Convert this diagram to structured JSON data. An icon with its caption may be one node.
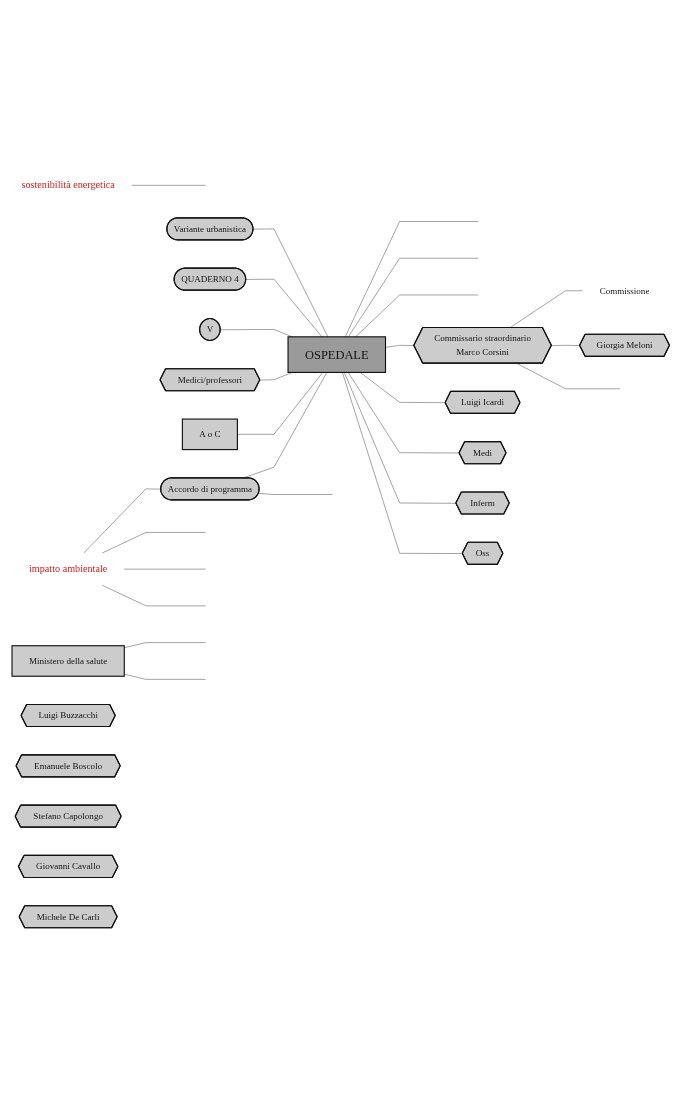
{
  "diagram": {
    "nodes": [
      {
        "text": [
          "sostenibilità energetica"
        ]
      },
      {
        "text": [
          "Accordo di programma"
        ]
      },
      {
        "text": [
          "impatto ambientale"
        ]
      },
      {
        "text": [
          "Ministero della salute"
        ]
      },
      {
        "text": [
          "Variante urbanistica"
        ]
      },
      {
        "text": [
          "QUADERNO 4"
        ]
      },
      {
        "text": [
          "V"
        ]
      },
      {
        "text": [
          "Medici/professori"
        ]
      },
      {
        "text": [
          "A o C"
        ]
      },
      {
        "text": [
          "OSPEDALE"
        ]
      },
      {
        "text": [
          "Commissario straordinario",
          "Marco Corsini"
        ]
      },
      {
        "text": [
          "Luigi Icardi"
        ]
      },
      {
        "text": [
          "Commissione"
        ]
      },
      {
        "text": [
          "Luigi Buzzacchi"
        ]
      },
      {
        "text": [
          "Emanuele Boscolo"
        ]
      },
      {
        "text": [
          "Stefano Capolongo"
        ]
      },
      {
        "text": [
          "Giovanni Cavallo"
        ]
      },
      {
        "text": [
          "Michele De Carli"
        ]
      },
      {
        "text": [
          "Medi"
        ]
      },
      {
        "text": [
          "Giorgia Meloni"
        ]
      },
      {
        "text": [
          "Inferm"
        ]
      },
      {
        "text": [
          "Oss"
        ]
      }
    ],
    "edges": [
      {
        "from": 0,
        "to": null,
        "arrow": "none"
      },
      {
        "from": 2,
        "to": 1,
        "arrow": "none"
      },
      {
        "from": 2,
        "to": null,
        "arrow": "none"
      },
      {
        "from": 2,
        "to": null,
        "arrow": "none"
      },
      {
        "from": 2,
        "to": null,
        "arrow": "none"
      },
      {
        "from": 1,
        "to": 9,
        "arrow": "none"
      },
      {
        "from": 1,
        "to": null,
        "arrow": "none"
      },
      {
        "from": 3,
        "to": null,
        "arrow": "none"
      },
      {
        "from": 3,
        "to": null,
        "arrow": "none"
      },
      {
        "from": 4,
        "to": 9,
        "arrow": "none"
      },
      {
        "from": 5,
        "to": 9,
        "arrow": "none"
      },
      {
        "from": 6,
        "to": 9,
        "arrow": "none"
      },
      {
        "from": 7,
        "to": 9,
        "arrow": "none"
      },
      {
        "from": 8,
        "to": 9,
        "arrow": "none"
      },
      {
        "from": 9,
        "to": null,
        "arrow": "none"
      },
      {
        "from": 9,
        "to": null,
        "arrow": "none"
      },
      {
        "from": 9,
        "to": null,
        "arrow": "none"
      },
      {
        "from": 9,
        "to": 10,
        "arrow": "none"
      },
      {
        "from": 9,
        "to": 11,
        "arrow": "none"
      },
      {
        "from": 9,
        "to": 18,
        "arrow": "none"
      },
      {
        "from": 9,
        "to": 20,
        "arrow": "none"
      },
      {
        "from": 9,
        "to": 21,
        "arrow": "none"
      },
      {
        "from": 10,
        "to": 12,
        "arrow": "none"
      },
      {
        "from": 10,
        "to": 19,
        "arrow": "none"
      },
      {
        "from": 10,
        "to": null,
        "arrow": "none"
      }
    ]
  }
}
